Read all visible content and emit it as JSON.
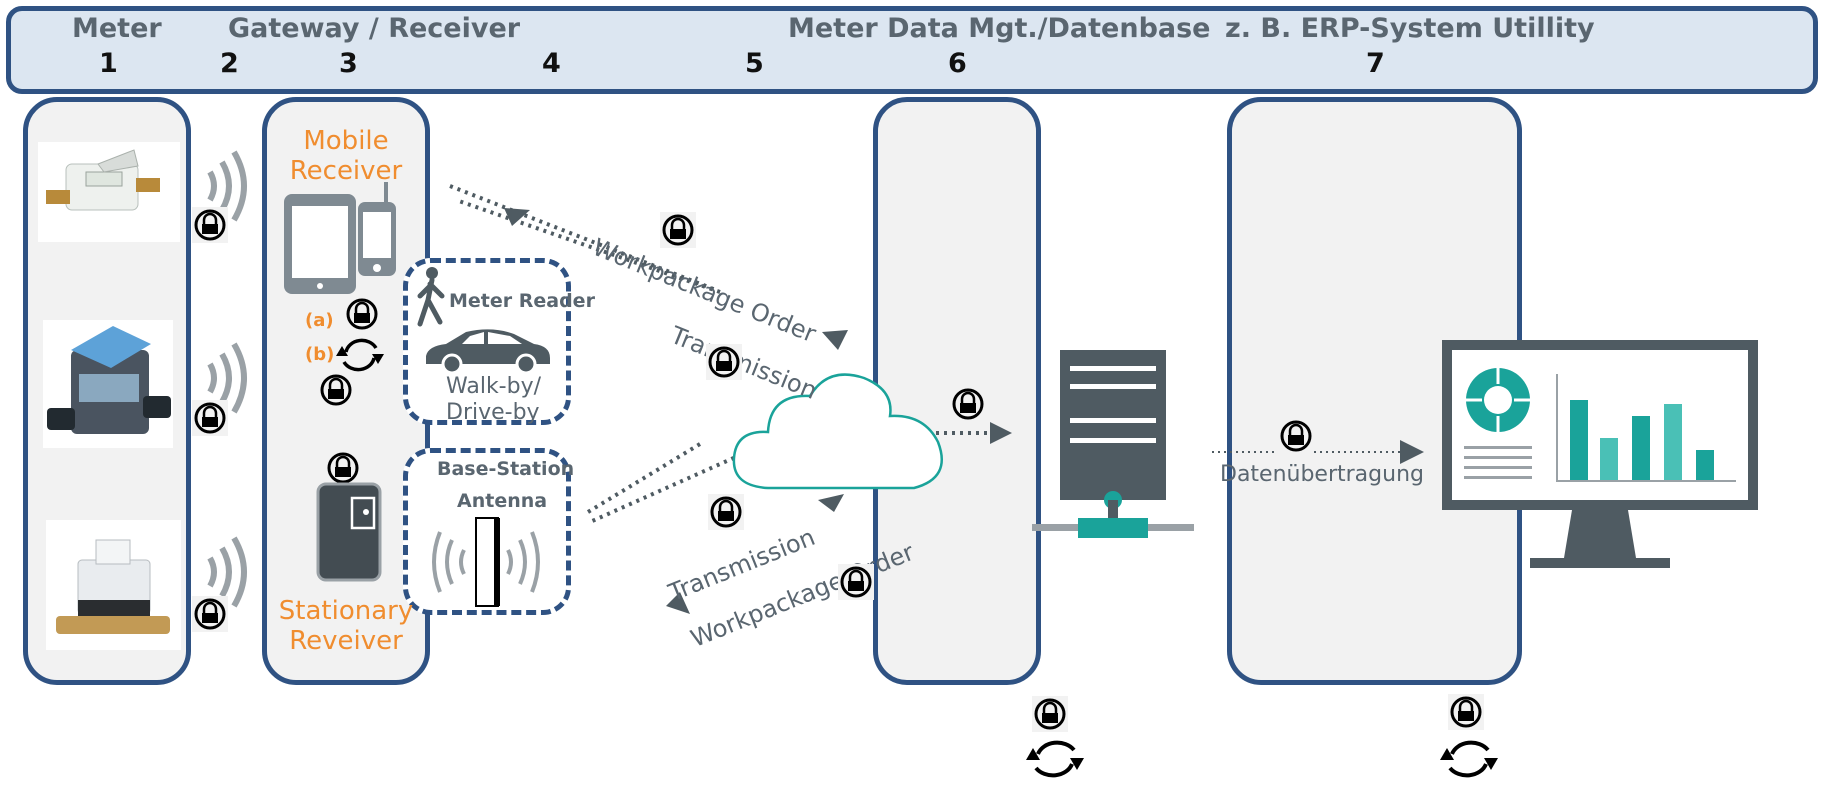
{
  "header": {
    "col_meter": "Meter",
    "col_gateway": "Gateway / Receiver",
    "col_mdm": "Meter Data Mgt./Datenbase",
    "col_erp": "z. B. ERP-System Utillity",
    "steps": [
      "1",
      "2",
      "3",
      "4",
      "5",
      "6",
      "7"
    ]
  },
  "gateway": {
    "mobile_receiver": [
      "Mobile",
      "Receiver"
    ],
    "stationary_receiver": [
      "Stationary",
      "Reveiver"
    ],
    "option_a": "(a)",
    "option_b": "(b)"
  },
  "meter_reader": {
    "title": "Meter Reader",
    "mode": [
      "Walk-by/",
      "Drive-by"
    ]
  },
  "base_station": {
    "line1": "Base-Station",
    "line2": "Antenna"
  },
  "flows": {
    "top_order": "Workpackage Order",
    "top_transmission": "Transmission",
    "bottom_transmission": "Transmission",
    "bottom_order": "Workpackage Order",
    "data_transfer": "Datenübertragung"
  },
  "colors": {
    "frame_blue": "#2f5283",
    "header_fill": "#dce6f1",
    "panel_fill": "#f2f2f2",
    "accent_orange": "#f08d2f",
    "teal": "#1aa39a",
    "slate": "#4f5b62"
  },
  "icons": [
    "lock-icon",
    "sync-icon",
    "wireless-signal-icon",
    "cloud-icon",
    "server-icon",
    "monitor-icon",
    "tablet-icon",
    "phone-icon",
    "pedestrian-icon",
    "car-icon",
    "antenna-icon"
  ]
}
